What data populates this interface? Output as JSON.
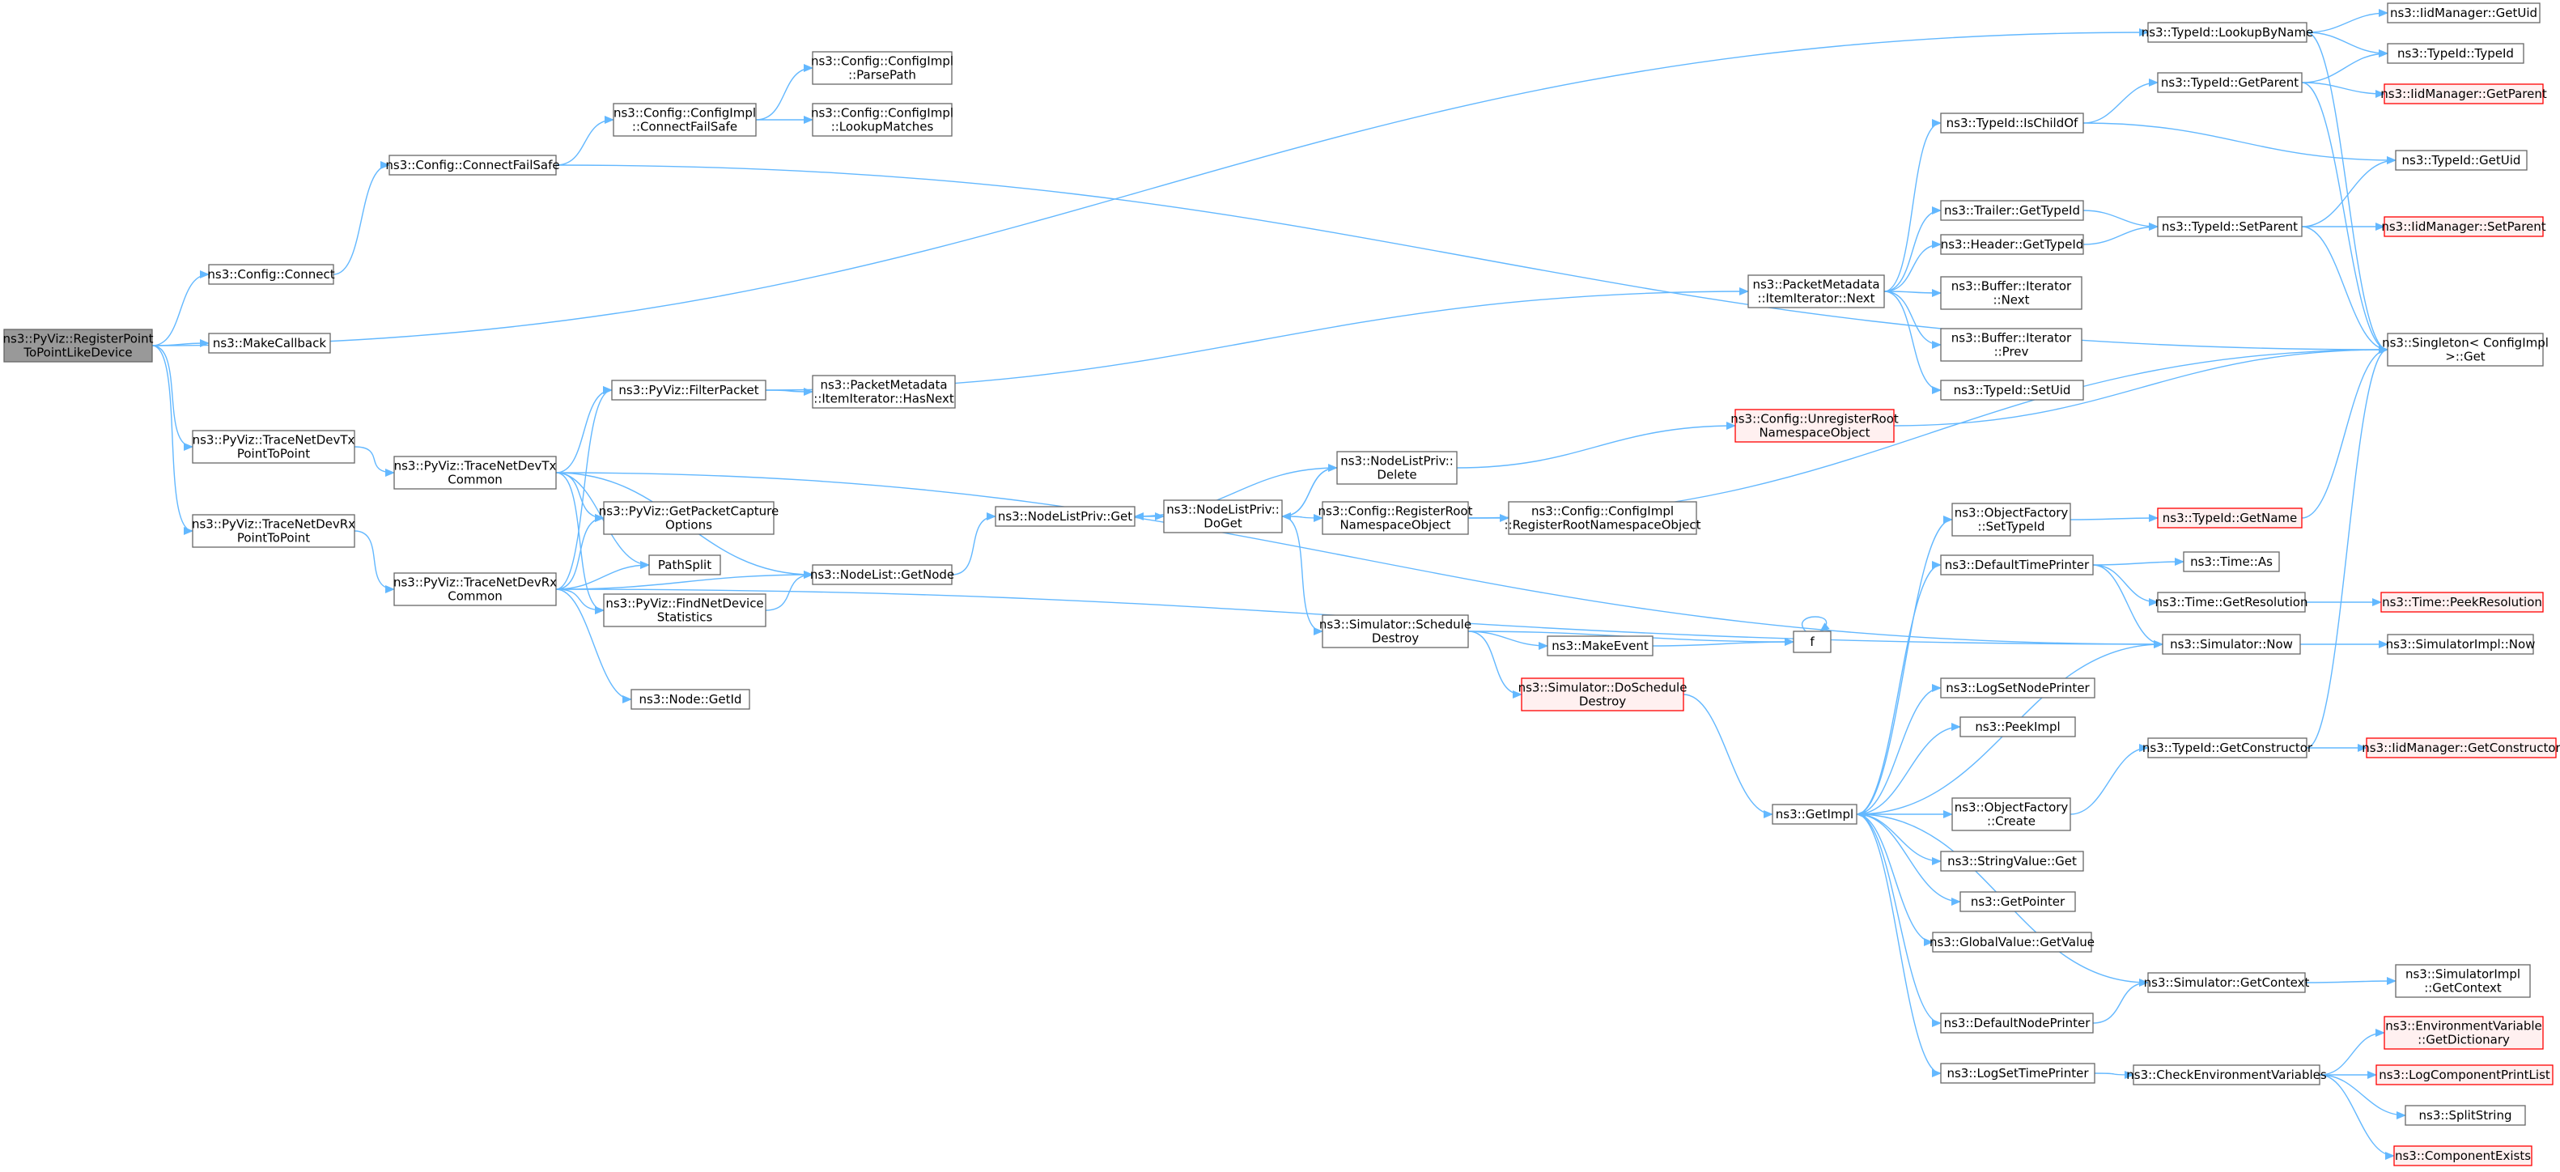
{
  "colors": {
    "edge": "#63b8ff",
    "node_border": "#666666",
    "node_fill": "#ffffff",
    "root_fill": "#999999",
    "truncated_border": "#ff0000",
    "truncated_fill": "#fff0f0"
  },
  "nodes": [
    {
      "id": "root",
      "lines": [
        "ns3::PyViz::RegisterPoint",
        "ToPointLikeDevice"
      ],
      "style": "root"
    },
    {
      "id": "cfg_connect",
      "lines": [
        "ns3::Config::Connect"
      ],
      "style": "normal"
    },
    {
      "id": "make_callback",
      "lines": [
        "ns3::MakeCallback"
      ],
      "style": "normal"
    },
    {
      "id": "trace_tx_p2p",
      "lines": [
        "ns3::PyViz::TraceNetDevTx",
        "PointToPoint"
      ],
      "style": "normal"
    },
    {
      "id": "trace_rx_p2p",
      "lines": [
        "ns3::PyViz::TraceNetDevRx",
        "PointToPoint"
      ],
      "style": "normal"
    },
    {
      "id": "cfg_connect_fs",
      "lines": [
        "ns3::Config::ConnectFailSafe"
      ],
      "style": "normal"
    },
    {
      "id": "cfgimpl_connect_fs",
      "lines": [
        "ns3::Config::ConfigImpl",
        "::ConnectFailSafe"
      ],
      "style": "normal"
    },
    {
      "id": "cfgimpl_parsepath",
      "lines": [
        "ns3::Config::ConfigImpl",
        "::ParsePath"
      ],
      "style": "normal"
    },
    {
      "id": "cfgimpl_lookup",
      "lines": [
        "ns3::Config::ConfigImpl",
        "::LookupMatches"
      ],
      "style": "normal"
    },
    {
      "id": "trace_tx_common",
      "lines": [
        "ns3::PyViz::TraceNetDevTx",
        "Common"
      ],
      "style": "normal"
    },
    {
      "id": "trace_rx_common",
      "lines": [
        "ns3::PyViz::TraceNetDevRx",
        "Common"
      ],
      "style": "normal"
    },
    {
      "id": "filter_packet",
      "lines": [
        "ns3::PyViz::FilterPacket"
      ],
      "style": "normal"
    },
    {
      "id": "pm_hasnext",
      "lines": [
        "ns3::PacketMetadata",
        "::ItemIterator::HasNext"
      ],
      "style": "normal"
    },
    {
      "id": "get_capture_opts",
      "lines": [
        "ns3::PyViz::GetPacketCapture",
        "Options"
      ],
      "style": "normal"
    },
    {
      "id": "pathsplit",
      "lines": [
        "PathSplit"
      ],
      "style": "normal"
    },
    {
      "id": "find_netdev_stats",
      "lines": [
        "ns3::PyViz::FindNetDevice",
        "Statistics"
      ],
      "style": "normal"
    },
    {
      "id": "node_getid",
      "lines": [
        "ns3::Node::GetId"
      ],
      "style": "normal"
    },
    {
      "id": "nodelist_getnode",
      "lines": [
        "ns3::NodeList::GetNode"
      ],
      "style": "normal"
    },
    {
      "id": "nlp_get",
      "lines": [
        "ns3::NodeListPriv::Get"
      ],
      "style": "normal"
    },
    {
      "id": "nlp_doget",
      "lines": [
        "ns3::NodeListPriv::",
        "DoGet"
      ],
      "style": "normal"
    },
    {
      "id": "nlp_delete",
      "lines": [
        "ns3::NodeListPriv::",
        "Delete"
      ],
      "style": "normal"
    },
    {
      "id": "cfg_regroot",
      "lines": [
        "ns3::Config::RegisterRoot",
        "NamespaceObject"
      ],
      "style": "normal"
    },
    {
      "id": "cfgimpl_regroot",
      "lines": [
        "ns3::Config::ConfigImpl",
        "::RegisterRootNamespaceObject"
      ],
      "style": "normal"
    },
    {
      "id": "cfg_unregroot",
      "lines": [
        "ns3::Config::UnregisterRoot",
        "NamespaceObject"
      ],
      "style": "red"
    },
    {
      "id": "sim_sched_destroy",
      "lines": [
        "ns3::Simulator::Schedule",
        "Destroy"
      ],
      "style": "normal"
    },
    {
      "id": "make_event",
      "lines": [
        "ns3::MakeEvent"
      ],
      "style": "normal"
    },
    {
      "id": "f",
      "lines": [
        "f"
      ],
      "style": "normal"
    },
    {
      "id": "sim_do_sched_destroy",
      "lines": [
        "ns3::Simulator::DoSchedule",
        "Destroy"
      ],
      "style": "red"
    },
    {
      "id": "pm_next",
      "lines": [
        "ns3::PacketMetadata",
        "::ItemIterator::Next"
      ],
      "style": "normal"
    },
    {
      "id": "typeid_ischildof",
      "lines": [
        "ns3::TypeId::IsChildOf"
      ],
      "style": "normal"
    },
    {
      "id": "trailer_gettypeid",
      "lines": [
        "ns3::Trailer::GetTypeId"
      ],
      "style": "normal"
    },
    {
      "id": "header_gettypeid",
      "lines": [
        "ns3::Header::GetTypeId"
      ],
      "style": "normal"
    },
    {
      "id": "buffer_next",
      "lines": [
        "ns3::Buffer::Iterator",
        "::Next"
      ],
      "style": "normal"
    },
    {
      "id": "buffer_prev",
      "lines": [
        "ns3::Buffer::Iterator",
        "::Prev"
      ],
      "style": "normal"
    },
    {
      "id": "typeid_setuid",
      "lines": [
        "ns3::TypeId::SetUid"
      ],
      "style": "normal"
    },
    {
      "id": "typeid_lookupbyname",
      "lines": [
        "ns3::TypeId::LookupByName"
      ],
      "style": "normal"
    },
    {
      "id": "iid_getuid",
      "lines": [
        "ns3::IidManager::GetUid"
      ],
      "style": "normal"
    },
    {
      "id": "typeid_typeid",
      "lines": [
        "ns3::TypeId::TypeId"
      ],
      "style": "normal"
    },
    {
      "id": "typeid_getparent",
      "lines": [
        "ns3::TypeId::GetParent"
      ],
      "style": "normal"
    },
    {
      "id": "iid_getparent",
      "lines": [
        "ns3::IidManager::GetParent"
      ],
      "style": "red"
    },
    {
      "id": "typeid_getuid",
      "lines": [
        "ns3::TypeId::GetUid"
      ],
      "style": "normal"
    },
    {
      "id": "typeid_setparent",
      "lines": [
        "ns3::TypeId::SetParent"
      ],
      "style": "normal"
    },
    {
      "id": "iid_setparent",
      "lines": [
        "ns3::IidManager::SetParent"
      ],
      "style": "red"
    },
    {
      "id": "singleton_get",
      "lines": [
        "ns3::Singleton< ConfigImpl",
        " >::Get"
      ],
      "style": "normal"
    },
    {
      "id": "objfactory_settypeid",
      "lines": [
        "ns3::ObjectFactory",
        "::SetTypeId"
      ],
      "style": "normal"
    },
    {
      "id": "typeid_getname",
      "lines": [
        "ns3::TypeId::GetName"
      ],
      "style": "red"
    },
    {
      "id": "default_time_printer",
      "lines": [
        "ns3::DefaultTimePrinter"
      ],
      "style": "normal"
    },
    {
      "id": "time_as",
      "lines": [
        "ns3::Time::As"
      ],
      "style": "normal"
    },
    {
      "id": "time_getres",
      "lines": [
        "ns3::Time::GetResolution"
      ],
      "style": "normal"
    },
    {
      "id": "time_peekres",
      "lines": [
        "ns3::Time::PeekResolution"
      ],
      "style": "red"
    },
    {
      "id": "sim_now",
      "lines": [
        "ns3::Simulator::Now"
      ],
      "style": "normal"
    },
    {
      "id": "simimpl_now",
      "lines": [
        "ns3::SimulatorImpl::Now"
      ],
      "style": "normal"
    },
    {
      "id": "log_set_node_printer",
      "lines": [
        "ns3::LogSetNodePrinter"
      ],
      "style": "normal"
    },
    {
      "id": "peekimpl",
      "lines": [
        "ns3::PeekImpl"
      ],
      "style": "normal"
    },
    {
      "id": "typeid_getconstructor",
      "lines": [
        "ns3::TypeId::GetConstructor"
      ],
      "style": "normal"
    },
    {
      "id": "iid_getconstructor",
      "lines": [
        "ns3::IidManager::GetConstructor"
      ],
      "style": "red"
    },
    {
      "id": "getimpl",
      "lines": [
        "ns3::GetImpl"
      ],
      "style": "normal"
    },
    {
      "id": "objfactory_create",
      "lines": [
        "ns3::ObjectFactory",
        "::Create"
      ],
      "style": "normal"
    },
    {
      "id": "stringvalue_get",
      "lines": [
        "ns3::StringValue::Get"
      ],
      "style": "normal"
    },
    {
      "id": "getpointer",
      "lines": [
        "ns3::GetPointer"
      ],
      "style": "normal"
    },
    {
      "id": "globalvalue_getvalue",
      "lines": [
        "ns3::GlobalValue::GetValue"
      ],
      "style": "normal"
    },
    {
      "id": "sim_getcontext",
      "lines": [
        "ns3::Simulator::GetContext"
      ],
      "style": "normal"
    },
    {
      "id": "simimpl_getcontext",
      "lines": [
        "ns3::SimulatorImpl",
        "::GetContext"
      ],
      "style": "normal"
    },
    {
      "id": "default_node_printer",
      "lines": [
        "ns3::DefaultNodePrinter"
      ],
      "style": "normal"
    },
    {
      "id": "log_set_time_printer",
      "lines": [
        "ns3::LogSetTimePrinter"
      ],
      "style": "normal"
    },
    {
      "id": "check_env_vars",
      "lines": [
        "ns3::CheckEnvironmentVariables"
      ],
      "style": "normal"
    },
    {
      "id": "envvar_getdict",
      "lines": [
        "ns3::EnvironmentVariable",
        "::GetDictionary"
      ],
      "style": "red"
    },
    {
      "id": "log_comp_printlist",
      "lines": [
        "ns3::LogComponentPrintList"
      ],
      "style": "red"
    },
    {
      "id": "splitstring",
      "lines": [
        "ns3::SplitString"
      ],
      "style": "normal"
    },
    {
      "id": "component_exists",
      "lines": [
        "ns3::ComponentExists"
      ],
      "style": "red"
    }
  ],
  "edges": [
    [
      "root",
      "cfg_connect"
    ],
    [
      "root",
      "make_callback"
    ],
    [
      "root",
      "trace_tx_p2p"
    ],
    [
      "root",
      "trace_rx_p2p"
    ],
    [
      "root",
      "typeid_lookupbyname"
    ],
    [
      "cfg_connect",
      "cfg_connect_fs"
    ],
    [
      "cfg_connect_fs",
      "cfgimpl_connect_fs"
    ],
    [
      "cfg_connect_fs",
      "singleton_get"
    ],
    [
      "cfgimpl_connect_fs",
      "cfgimpl_parsepath"
    ],
    [
      "cfgimpl_connect_fs",
      "cfgimpl_lookup"
    ],
    [
      "trace_tx_p2p",
      "trace_tx_common"
    ],
    [
      "trace_rx_p2p",
      "trace_rx_common"
    ],
    [
      "trace_tx_common",
      "filter_packet"
    ],
    [
      "trace_tx_common",
      "get_capture_opts"
    ],
    [
      "trace_tx_common",
      "pathsplit"
    ],
    [
      "trace_tx_common",
      "find_netdev_stats"
    ],
    [
      "trace_tx_common",
      "nodelist_getnode"
    ],
    [
      "trace_tx_common",
      "sim_now"
    ],
    [
      "trace_rx_common",
      "filter_packet"
    ],
    [
      "trace_rx_common",
      "get_capture_opts"
    ],
    [
      "trace_rx_common",
      "pathsplit"
    ],
    [
      "trace_rx_common",
      "find_netdev_stats"
    ],
    [
      "trace_rx_common",
      "node_getid"
    ],
    [
      "trace_rx_common",
      "nodelist_getnode"
    ],
    [
      "trace_rx_common",
      "sim_now"
    ],
    [
      "filter_packet",
      "pm_hasnext"
    ],
    [
      "filter_packet",
      "pm_next"
    ],
    [
      "find_netdev_stats",
      "nodelist_getnode"
    ],
    [
      "nodelist_getnode",
      "nlp_get"
    ],
    [
      "nlp_get",
      "nlp_doget"
    ],
    [
      "nlp_doget",
      "nlp_delete"
    ],
    [
      "nlp_doget",
      "cfg_regroot"
    ],
    [
      "nlp_doget",
      "sim_sched_destroy"
    ],
    [
      "nlp_delete",
      "nlp_get"
    ],
    [
      "nlp_delete",
      "nlp_doget"
    ],
    [
      "nlp_delete",
      "cfg_unregroot"
    ],
    [
      "cfg_regroot",
      "cfgimpl_regroot"
    ],
    [
      "cfg_regroot",
      "singleton_get"
    ],
    [
      "cfg_unregroot",
      "singleton_get"
    ],
    [
      "sim_sched_destroy",
      "make_event"
    ],
    [
      "sim_sched_destroy",
      "f"
    ],
    [
      "sim_sched_destroy",
      "sim_do_sched_destroy"
    ],
    [
      "make_event",
      "f"
    ],
    [
      "f",
      "f"
    ],
    [
      "sim_do_sched_destroy",
      "getimpl"
    ],
    [
      "pm_next",
      "typeid_ischildof"
    ],
    [
      "pm_next",
      "trailer_gettypeid"
    ],
    [
      "pm_next",
      "header_gettypeid"
    ],
    [
      "pm_next",
      "buffer_next"
    ],
    [
      "pm_next",
      "buffer_prev"
    ],
    [
      "pm_next",
      "typeid_setuid"
    ],
    [
      "typeid_lookupbyname",
      "iid_getuid"
    ],
    [
      "typeid_lookupbyname",
      "typeid_typeid"
    ],
    [
      "typeid_lookupbyname",
      "singleton_get"
    ],
    [
      "typeid_ischildof",
      "typeid_getparent"
    ],
    [
      "typeid_ischildof",
      "typeid_getuid"
    ],
    [
      "typeid_getparent",
      "typeid_typeid"
    ],
    [
      "typeid_getparent",
      "iid_getparent"
    ],
    [
      "typeid_getparent",
      "singleton_get"
    ],
    [
      "trailer_gettypeid",
      "typeid_setparent"
    ],
    [
      "header_gettypeid",
      "typeid_setparent"
    ],
    [
      "typeid_setparent",
      "typeid_getuid"
    ],
    [
      "typeid_setparent",
      "iid_setparent"
    ],
    [
      "typeid_setparent",
      "singleton_get"
    ],
    [
      "getimpl",
      "objfactory_settypeid"
    ],
    [
      "getimpl",
      "default_time_printer"
    ],
    [
      "getimpl",
      "log_set_node_printer"
    ],
    [
      "getimpl",
      "peekimpl"
    ],
    [
      "getimpl",
      "objfactory_create"
    ],
    [
      "getimpl",
      "stringvalue_get"
    ],
    [
      "getimpl",
      "getpointer"
    ],
    [
      "getimpl",
      "globalvalue_getvalue"
    ],
    [
      "getimpl",
      "default_node_printer"
    ],
    [
      "getimpl",
      "log_set_time_printer"
    ],
    [
      "objfactory_settypeid",
      "typeid_getname"
    ],
    [
      "typeid_getname",
      "singleton_get"
    ],
    [
      "default_time_printer",
      "time_as"
    ],
    [
      "default_time_printer",
      "time_getres"
    ],
    [
      "default_time_printer",
      "sim_now"
    ],
    [
      "time_getres",
      "time_peekres"
    ],
    [
      "sim_now",
      "simimpl_now"
    ],
    [
      "sim_now",
      "getimpl"
    ],
    [
      "objfactory_create",
      "typeid_getconstructor"
    ],
    [
      "typeid_getconstructor",
      "iid_getconstructor"
    ],
    [
      "typeid_getconstructor",
      "singleton_get"
    ],
    [
      "sim_getcontext",
      "simimpl_getcontext"
    ],
    [
      "sim_getcontext",
      "getimpl"
    ],
    [
      "default_node_printer",
      "sim_getcontext"
    ],
    [
      "log_set_time_printer",
      "check_env_vars"
    ],
    [
      "check_env_vars",
      "envvar_getdict"
    ],
    [
      "check_env_vars",
      "log_comp_printlist"
    ],
    [
      "check_env_vars",
      "splitstring"
    ],
    [
      "check_env_vars",
      "component_exists"
    ]
  ]
}
